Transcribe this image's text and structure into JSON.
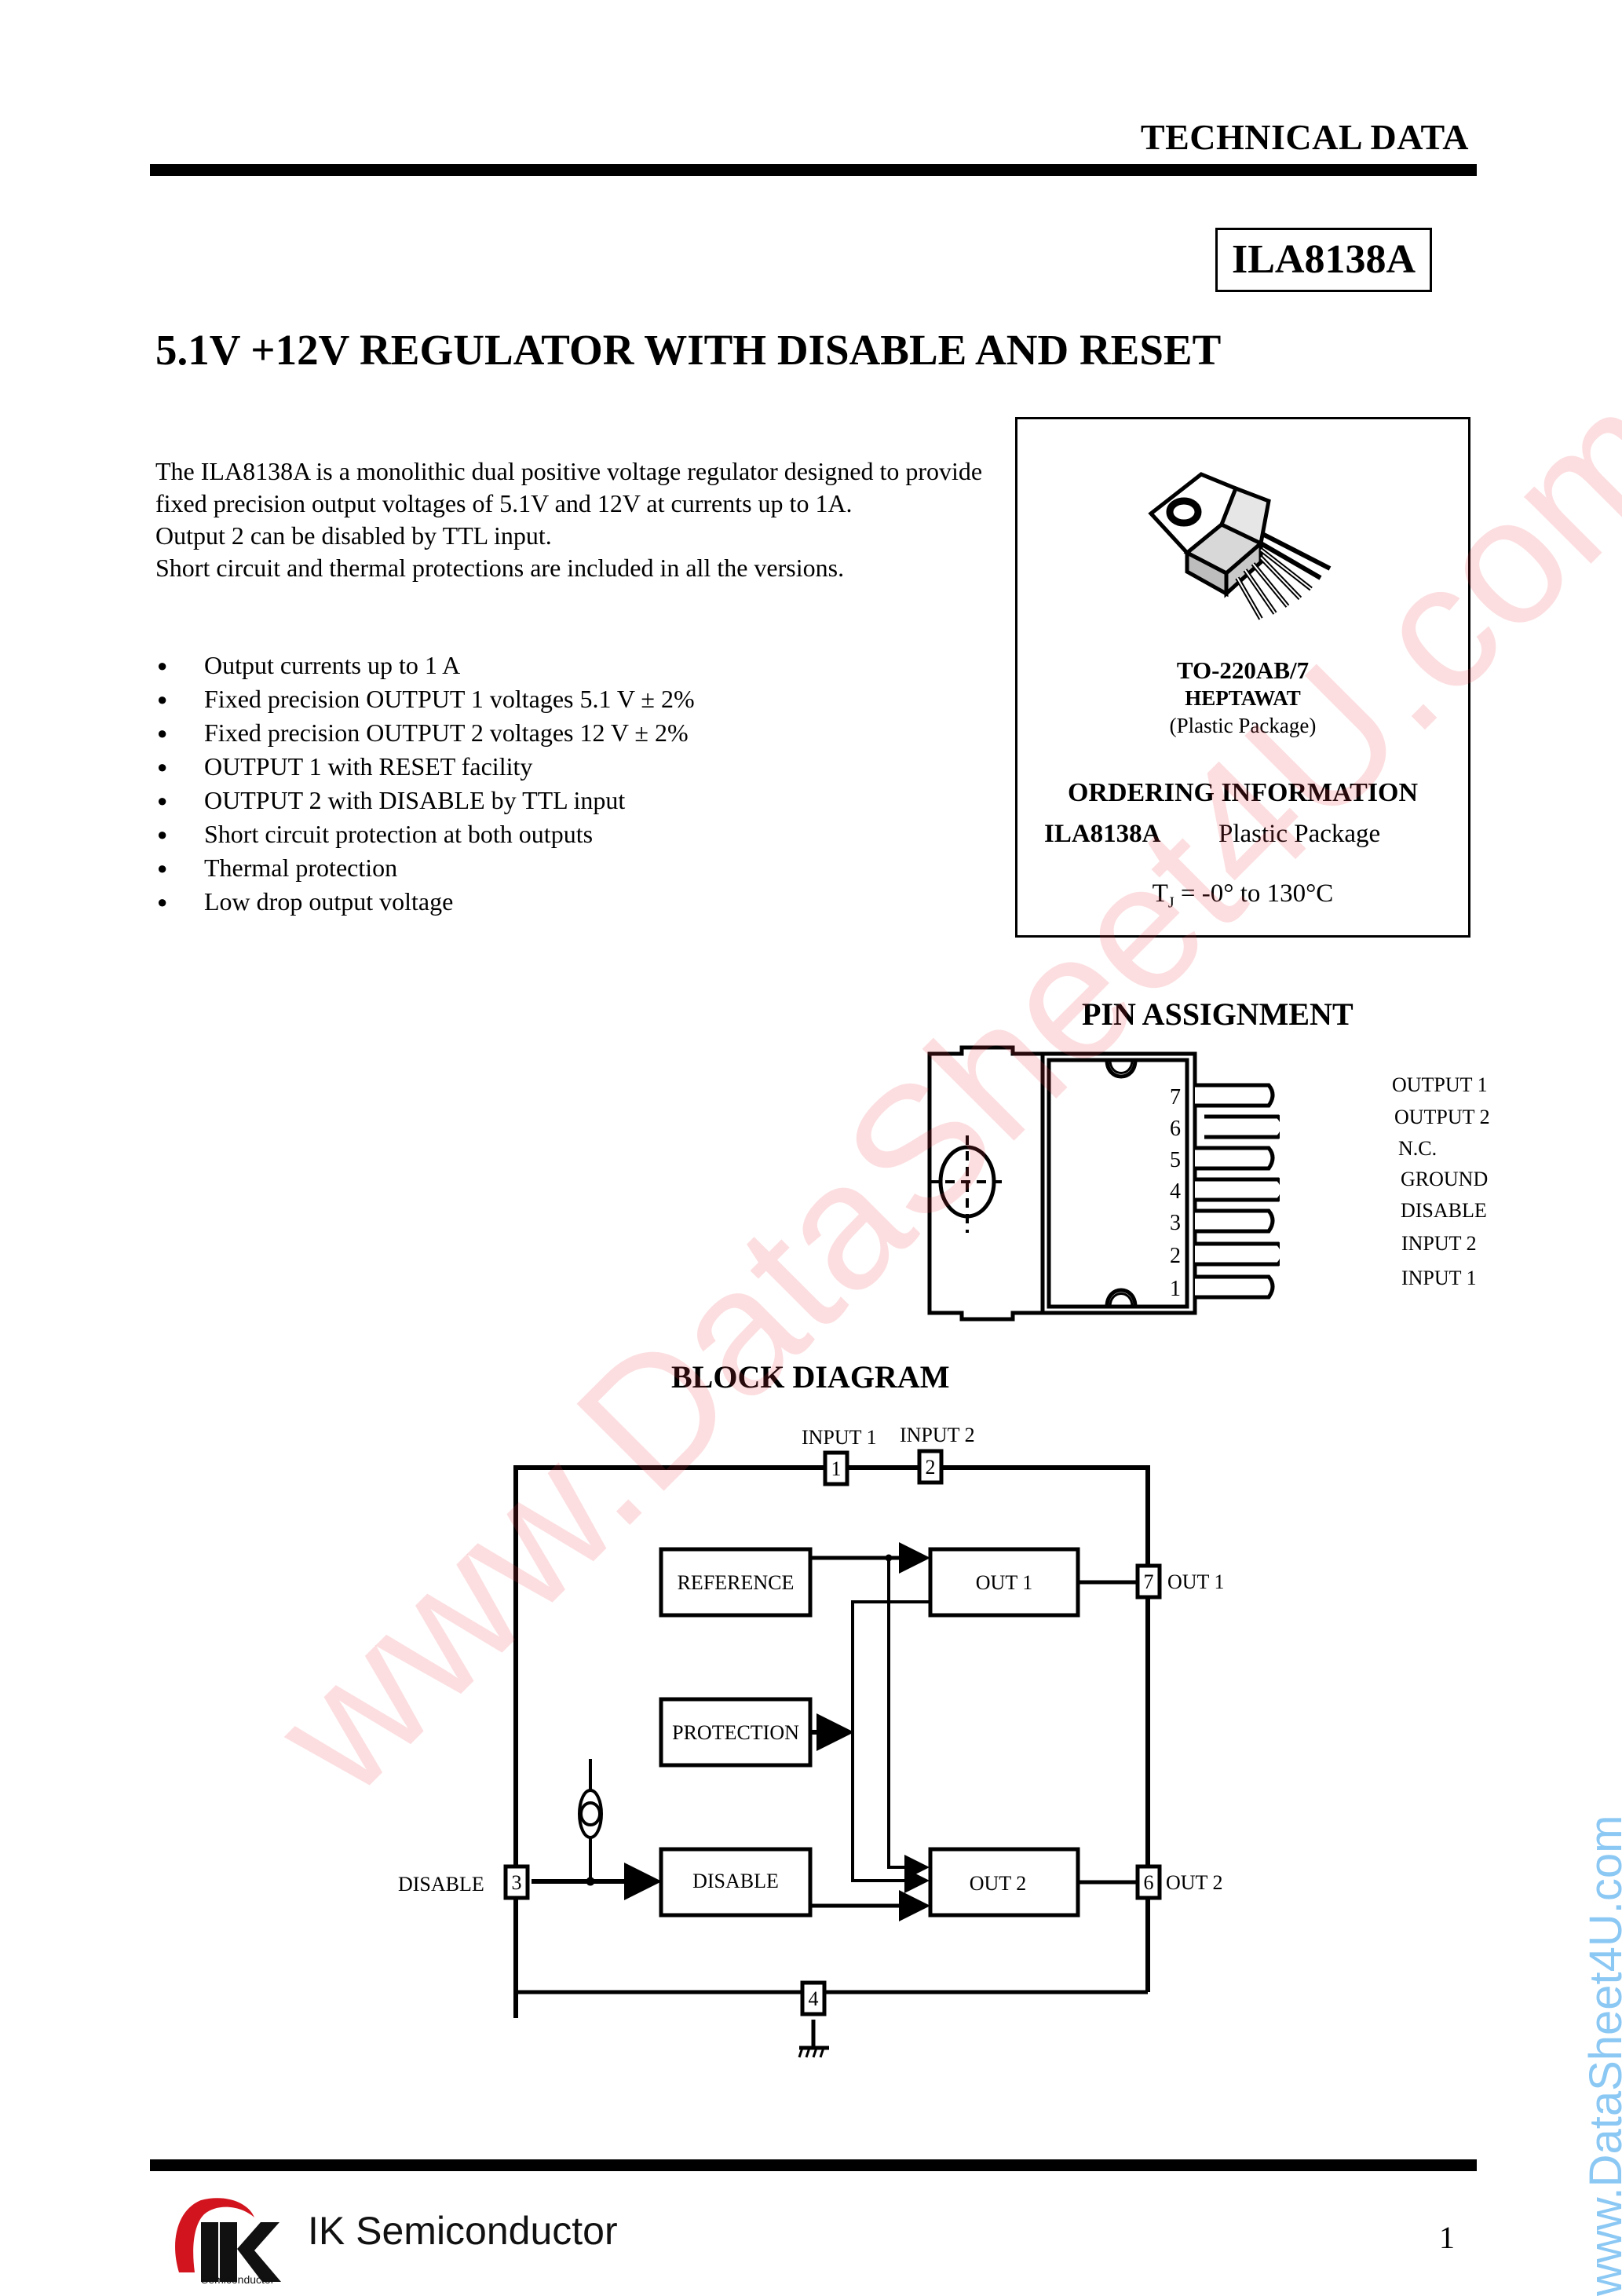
{
  "header": {
    "section_label": "TECHNICAL DATA",
    "part_number": "ILA8138A"
  },
  "title": "5.1V +12V REGULATOR WITH DISABLE AND RESET",
  "intro": {
    "paragraphs": [
      "The ILA8138A is a monolithic dual positive voltage regulator designed to provide fixed precision output voltages of 5.1V and 12V at currents up to 1A.",
      "Output 2 can be disabled by TTL input.",
      "Short circuit and thermal protections are included in all the versions."
    ]
  },
  "features": [
    "Output currents up to 1 A",
    "Fixed precision OUTPUT 1 voltages 5.1 V ± 2%",
    "Fixed precision OUTPUT 2 voltages 12 V ± 2%",
    "OUTPUT 1 with RESET facility",
    "OUTPUT 2 with DISABLE by TTL input",
    "Short circuit protection at both outputs",
    "Thermal protection",
    "Low drop output voltage"
  ],
  "bullet_glyph": "●",
  "package": {
    "name": "TO-220AB/7",
    "type": "HEPTAWAT",
    "material": "(Plastic Package)",
    "ordering_title": "ORDERING INFORMATION",
    "ordering_part": "ILA8138A",
    "ordering_package": "Plastic Package",
    "tj_symbol": "T",
    "tj_sub": "J",
    "tj_range": " = -0° to 130°C"
  },
  "pin_assignment": {
    "title": "PIN ASSIGNMENT",
    "pins": [
      {
        "number": "7",
        "label": "OUTPUT 1"
      },
      {
        "number": "6",
        "label": "OUTPUT 2"
      },
      {
        "number": "5",
        "label": "N.C."
      },
      {
        "number": "4",
        "label": "GROUND"
      },
      {
        "number": "3",
        "label": "DISABLE"
      },
      {
        "number": "2",
        "label": "INPUT 2"
      },
      {
        "number": "1",
        "label": "INPUT 1"
      }
    ]
  },
  "block_diagram": {
    "title": "BLOCK DIAGRAM",
    "blocks": {
      "reference": "REFERENCE",
      "protection": "PROTECTION",
      "disable": "DISABLE",
      "out1": "OUT 1",
      "out2": "OUT 2"
    },
    "pins": {
      "p1": "1",
      "p2": "2",
      "p3": "3",
      "p4": "4",
      "p6": "6",
      "p7": "7"
    },
    "labels": {
      "input1": "INPUT 1",
      "input2": "INPUT 2",
      "out1": "OUT 1",
      "out2": "OUT 2",
      "disable": "DISABLE"
    }
  },
  "footer": {
    "company": "IK Semiconductor",
    "logo_small": "Semiconductor",
    "page_number": "1"
  },
  "watermarks": {
    "diagonal": "www.DataSheet4U.com",
    "vertical": "www.DataSheet4U.com",
    "diagonal_color": "#f6c6cb",
    "vertical_color": "#8cc8f4"
  },
  "colors": {
    "logo_red": "#d2141e",
    "ink": "#000000"
  }
}
